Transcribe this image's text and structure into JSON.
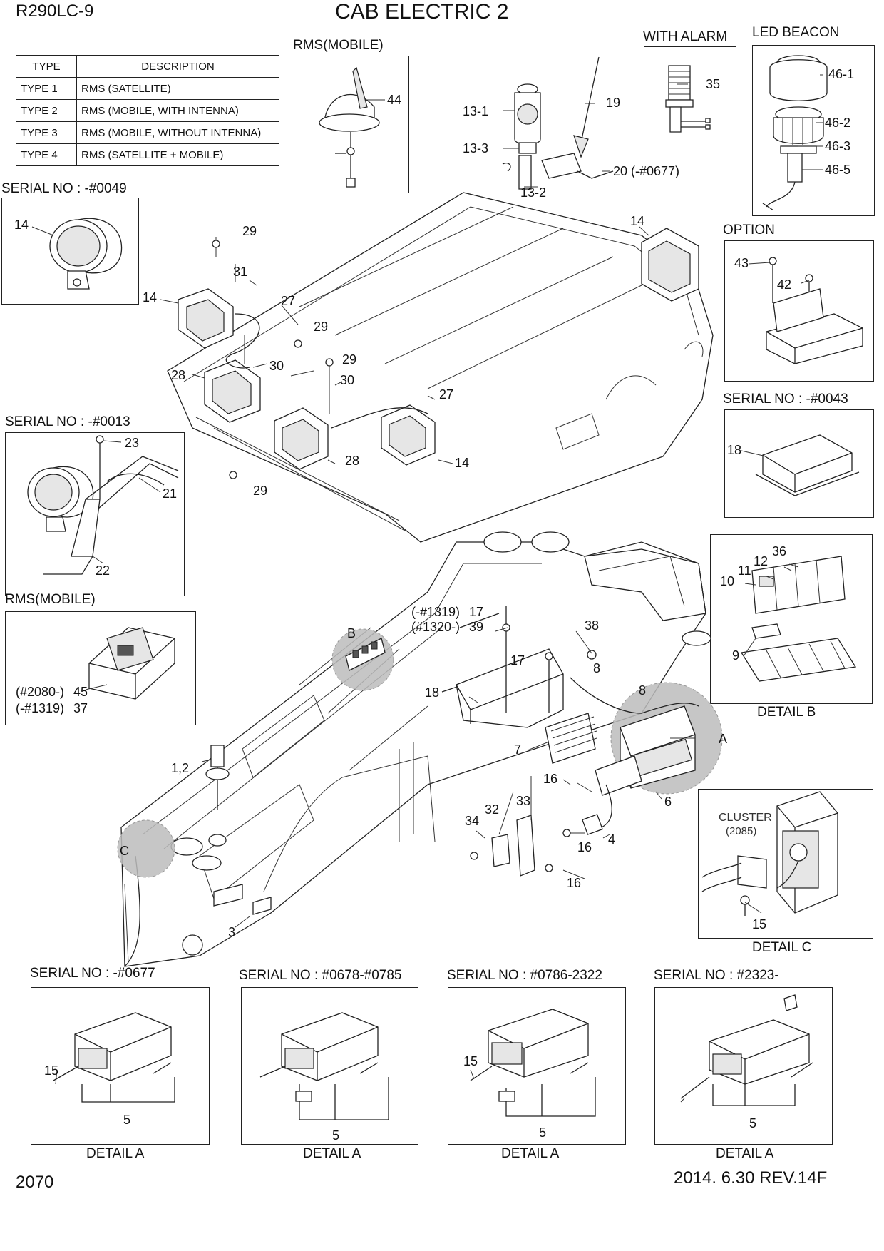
{
  "header": {
    "model": "R290LC-9",
    "title": "CAB ELECTRIC 2"
  },
  "type_table": {
    "headers": [
      "TYPE",
      "DESCRIPTION"
    ],
    "rows": [
      [
        "TYPE 1",
        "RMS (SATELLITE)"
      ],
      [
        "TYPE 2",
        "RMS (MOBILE, WITH INTENNA)"
      ],
      [
        "TYPE 3",
        "RMS (MOBILE, WITHOUT INTENNA)"
      ],
      [
        "TYPE 4",
        "RMS (SATELLITE + MOBILE)"
      ]
    ]
  },
  "section_titles": {
    "rms_mobile_top": "RMS(MOBILE)",
    "with_alarm": "WITH ALARM",
    "led_beacon": "LED BEACON",
    "serial_0049": "SERIAL NO : -#0049",
    "option": "OPTION",
    "serial_0043": "SERIAL NO : -#0043",
    "serial_0013": "SERIAL NO : -#0013",
    "rms_mobile_left": "RMS(MOBILE)",
    "detail_b": "DETAIL B",
    "detail_c": "DETAIL C",
    "serial_0677": "SERIAL NO : -#0677",
    "serial_0678": "SERIAL NO : #0678-#0785",
    "serial_0786": "SERIAL NO : #0786-2322",
    "serial_2323": "SERIAL NO : #2323-",
    "detail_a": "DETAIL A"
  },
  "cluster": {
    "label": "CLUSTER",
    "code": "(2085)"
  },
  "callouts": {
    "c44": "44",
    "c13_1": "13-1",
    "c13_3": "13-3",
    "c13_2": "13-2",
    "c19": "19",
    "c20": "20",
    "c20_serial": "(-#0677)",
    "c35": "35",
    "c46_1": "46-1",
    "c46_2": "46-2",
    "c46_3": "46-3",
    "c46_5": "46-5",
    "c14": "14",
    "c29": "29",
    "c31": "31",
    "c27": "27",
    "c28": "28",
    "c30": "30",
    "c43": "43",
    "c42": "42",
    "c18": "18",
    "c23": "23",
    "c21": "21",
    "c22": "22",
    "c45_serial": "(#2080-)",
    "c45": "45",
    "c37_serial": "(-#1319)",
    "c37": "37",
    "c17_serial": "(-#1319)",
    "c17": "17",
    "c39_serial": "(#1320-)",
    "c39": "39",
    "c38": "38",
    "c8": "8",
    "c7": "7",
    "c16": "16",
    "c6": "6",
    "c4": "4",
    "c34": "34",
    "c32": "32",
    "c33": "33",
    "c1_2": "1,2",
    "c3": "3",
    "c10": "10",
    "c11": "11",
    "c12": "12",
    "c36": "36",
    "c9": "9",
    "c15": "15",
    "c5": "5",
    "mark_a": "A",
    "mark_b": "B",
    "mark_c": "C"
  },
  "footer": {
    "page_number": "2070",
    "revision": "2014. 6.30  REV.14F"
  }
}
